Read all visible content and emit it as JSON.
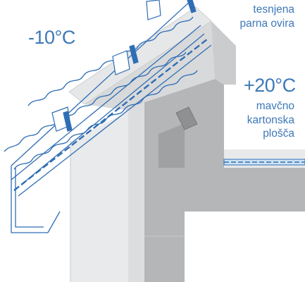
{
  "labels": {
    "outside_temperature": "-10°C",
    "inside_temperature": "+20°C",
    "vapor_barrier": [
      "tesnjena",
      "parna ovira"
    ],
    "drywall_board": [
      "mavčno",
      "kartonska",
      "plošča"
    ]
  },
  "colors": {
    "label_text": "#3d78b8",
    "line_blue": "#2f6eb5",
    "wall_light": "#e9eaeb",
    "wall_mid": "#d8d9da",
    "wall_dark": "#b4b6b8",
    "floor_band": "#cfe3f3"
  }
}
